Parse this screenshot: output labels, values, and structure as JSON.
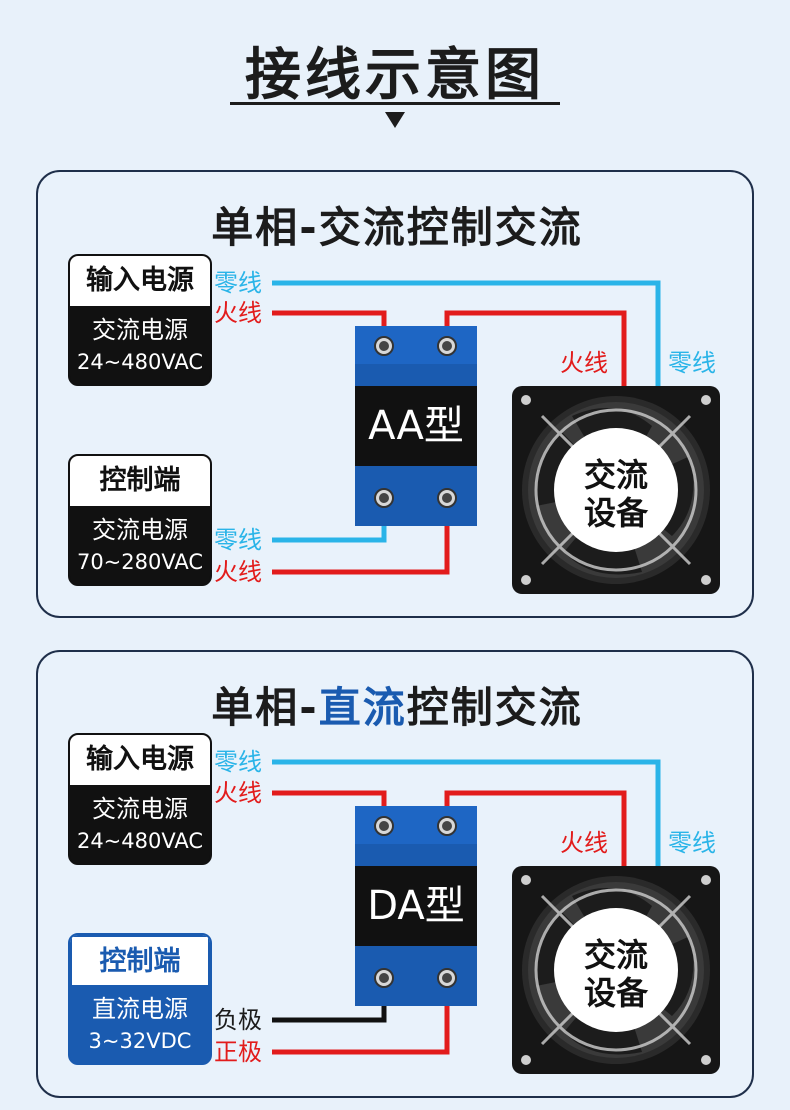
{
  "header": {
    "title": "接线示意图"
  },
  "panels": [
    {
      "title": "单相-交流控制交流",
      "input": {
        "head": "输入电源",
        "line1": "交流电源",
        "line2": "24~480VAC"
      },
      "control": {
        "head": "控制端",
        "line1": "交流电源",
        "line2": "70~280VAC"
      },
      "input_labels": {
        "neutral": "零线",
        "live": "火线"
      },
      "control_labels": {
        "a": "零线",
        "b": "火线"
      },
      "load_labels": {
        "live": "火线",
        "neutral": "零线"
      },
      "relay": "AA型",
      "load": {
        "line1": "交流",
        "line2": "设备"
      }
    },
    {
      "title_a": "单相-",
      "title_b": "直流",
      "title_c": "控制交流",
      "input": {
        "head": "输入电源",
        "line1": "交流电源",
        "line2": "24~480VAC"
      },
      "control": {
        "head": "控制端",
        "line1": "直流电源",
        "line2": "3~32VDC"
      },
      "input_labels": {
        "neutral": "零线",
        "live": "火线"
      },
      "control_labels": {
        "a": "负极",
        "b": "正极"
      },
      "load_labels": {
        "live": "火线",
        "neutral": "零线"
      },
      "relay": "DA型",
      "load": {
        "line1": "交流",
        "line2": "设备"
      }
    }
  ],
  "colors": {
    "neutral_wire": "#2ab4e8",
    "live_wire": "#e21c1c",
    "negative_wire": "#111111",
    "relay_body": "#1a5bb0",
    "accent": "#1a5bb0"
  },
  "icons": [
    "fan-icon",
    "terminal-screw-icon",
    "down-arrow-icon"
  ]
}
